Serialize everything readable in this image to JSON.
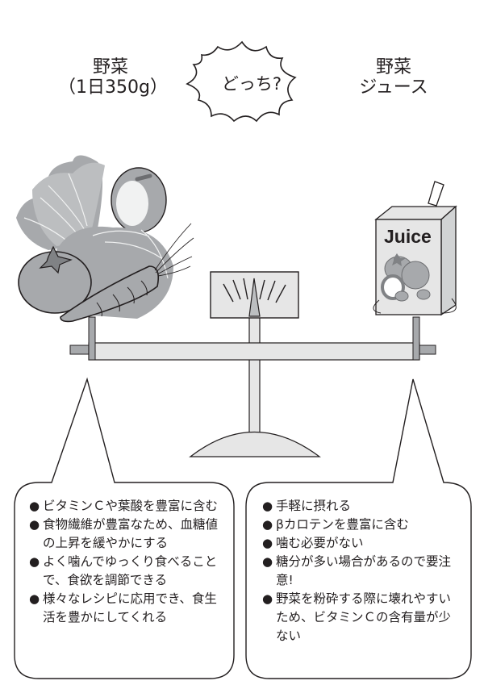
{
  "left_label": {
    "line1": "野菜",
    "line2": "（1日350g）"
  },
  "center_label": {
    "text": "どっち?"
  },
  "right_label": {
    "line1": "野菜",
    "line2": "ジュース"
  },
  "juice_box": {
    "label": "Juice"
  },
  "left_bubble": {
    "bullet": "●",
    "items": [
      {
        "text": "ビタミンＣや葉酸を豊富に含む"
      },
      {
        "text": "食物繊維が豊富なため、血糖値の上昇を緩やかにする"
      },
      {
        "text": "よく噛んでゆっくり食べることで、食欲を調節できる"
      },
      {
        "text": "様々なレシピに応用でき、食生活を豊かにしてくれる"
      }
    ]
  },
  "right_bubble": {
    "bullet": "●",
    "items": [
      {
        "text": "手軽に摂れる"
      },
      {
        "text": "βカロテンを豊富に含む"
      },
      {
        "text": "噛む必要がない"
      },
      {
        "text": "糖分が多い場合があるので要注意!"
      },
      {
        "text": "野菜を粉砕する際に壊れやすいため、ビタミンＣの含有量が少ない"
      }
    ]
  },
  "colors": {
    "ink": "#231f20",
    "light_gray": "#e6e6e6",
    "mid_gray": "#a7a9ac",
    "dark_gray": "#808285"
  }
}
